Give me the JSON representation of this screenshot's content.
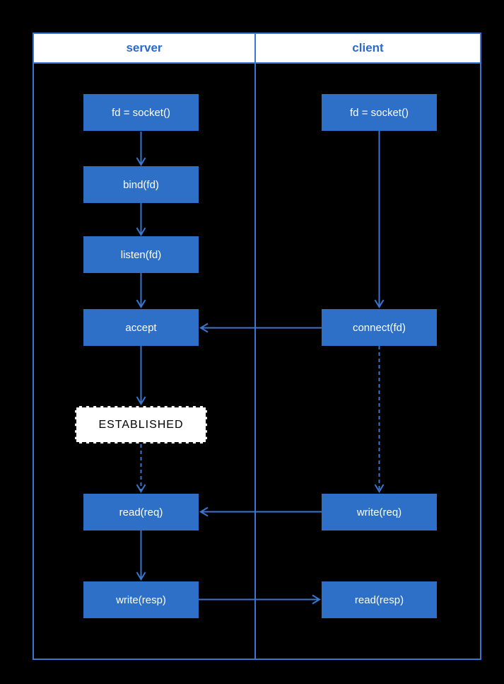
{
  "diagram": {
    "header": {
      "server_label": "server",
      "client_label": "client"
    },
    "server_nodes": {
      "socket": "fd = socket()",
      "bind": "bind(fd)",
      "listen": "listen(fd)",
      "accept": "accept",
      "established": "ESTABLISHED",
      "read_req": "read(req)",
      "write_resp": "write(resp)"
    },
    "client_nodes": {
      "socket": "fd = socket()",
      "connect": "connect(fd)",
      "write_req": "write(req)",
      "read_resp": "read(resp)"
    },
    "colors": {
      "background": "#000000",
      "box_fill": "#2e70c8",
      "box_text": "#ffffff",
      "line": "#3a76d0",
      "header_bg": "#ffffff",
      "header_text": "#2a6ace",
      "established_bg": "#ffffff",
      "established_text": "#000000",
      "established_border": "#000000"
    }
  }
}
